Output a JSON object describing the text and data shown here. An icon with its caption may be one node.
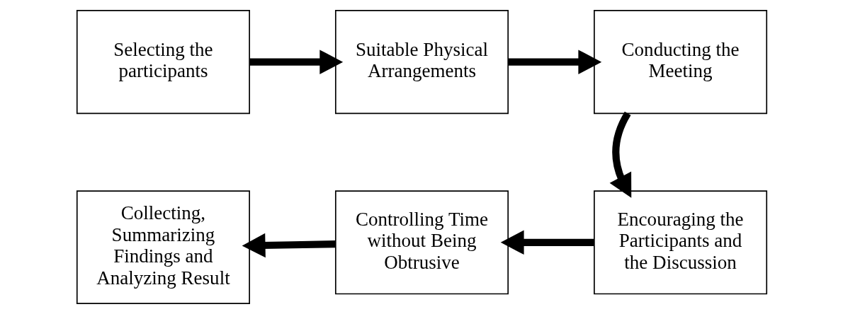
{
  "diagram": {
    "nodes": [
      {
        "text": [
          "Selecting the participants"
        ]
      },
      {
        "text": [
          "Suitable Physical Arrangements"
        ]
      },
      {
        "text": [
          "Conducting the Meeting"
        ]
      },
      {
        "text": [
          "Encouraging the Participants and the Discussion"
        ]
      },
      {
        "text": [
          "Controlling Time without Being Obtrusive"
        ]
      },
      {
        "text": [
          "Collecting, Summarizing Findings and Analyzing Result"
        ]
      }
    ],
    "edges": [
      {
        "from": 0,
        "to": 1,
        "arrow": "to"
      },
      {
        "from": 1,
        "to": 2,
        "arrow": "to"
      },
      {
        "from": 2,
        "to": 3,
        "arrow": "to"
      },
      {
        "from": 3,
        "to": 4,
        "arrow": "to"
      },
      {
        "from": 4,
        "to": 5,
        "arrow": "to"
      }
    ]
  }
}
